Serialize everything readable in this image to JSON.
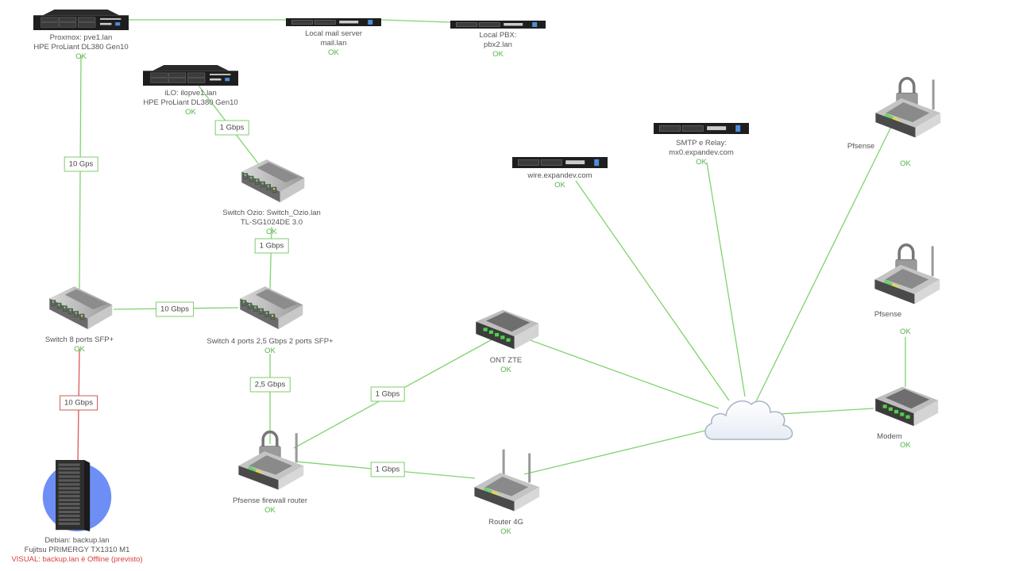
{
  "colors": {
    "link_ok": "#7fd36e",
    "link_err": "#d85a55",
    "status_ok": "#55b34a",
    "status_err": "#d9403b"
  },
  "nodes": [
    {
      "id": "pve1",
      "icon": "rack-server-2u-icon",
      "lines": [
        "Proxmox: pve1.lan",
        "HPE ProLiant DL380 Gen10"
      ],
      "status": "OK",
      "status_type": "ok"
    },
    {
      "id": "mail",
      "icon": "rack-server-1u-icon",
      "lines": [
        "Local mail server",
        "mail.lan"
      ],
      "status": "OK",
      "status_type": "ok"
    },
    {
      "id": "pbx",
      "icon": "rack-server-1u-icon",
      "lines": [
        "Local PBX:",
        "pbx2.lan"
      ],
      "status": "OK",
      "status_type": "ok"
    },
    {
      "id": "ilo",
      "icon": "rack-server-2u-icon",
      "lines": [
        "iLO: ilopve1.lan",
        "HPE ProLiant DL380 Gen10"
      ],
      "status": "OK",
      "status_type": "ok"
    },
    {
      "id": "ozio",
      "icon": "switch-icon",
      "lines": [
        "Switch Ozio: Switch_Ozio.lan",
        "TL-SG1024DE 3.0"
      ],
      "status": "OK",
      "status_type": "ok"
    },
    {
      "id": "sw8",
      "icon": "switch-icon",
      "lines": [
        "Switch 8 ports SFP+"
      ],
      "status": "OK",
      "status_type": "ok"
    },
    {
      "id": "sw4",
      "icon": "switch-icon",
      "lines": [
        "Switch 4 ports 2,5 Gbps 2 ports SFP+"
      ],
      "status": "OK",
      "status_type": "ok"
    },
    {
      "id": "backup",
      "icon": "tower-server-icon",
      "lines": [
        "Debian: backup.lan",
        "Fujitsu PRIMERGY TX1310 M1"
      ],
      "status": "VISUAL: backup.lan è Offline (previsto)",
      "status_type": "err"
    },
    {
      "id": "pfsense_fw",
      "icon": "firewall-router-icon",
      "lines": [
        "Pfsense firewall router"
      ],
      "status": "OK",
      "status_type": "ok"
    },
    {
      "id": "ont",
      "icon": "modem-icon",
      "lines": [
        "ONT ZTE"
      ],
      "status": "OK",
      "status_type": "ok"
    },
    {
      "id": "router4g",
      "icon": "wireless-router-icon",
      "lines": [
        "Router 4G"
      ],
      "status": "OK",
      "status_type": "ok"
    },
    {
      "id": "wire",
      "icon": "rack-server-1u-icon",
      "lines": [
        "wire.expandev.com"
      ],
      "status": "OK",
      "status_type": "ok"
    },
    {
      "id": "smtp",
      "icon": "rack-server-1u-icon",
      "lines": [
        "SMTP e Relay:",
        "mx0.expandev.com"
      ],
      "status": "OK",
      "status_type": "ok"
    },
    {
      "id": "pfsense_a",
      "icon": "firewall-router-icon",
      "lines": [
        "Pfsense"
      ],
      "status": "OK",
      "status_type": "ok"
    },
    {
      "id": "pfsense_b",
      "icon": "firewall-router-icon",
      "lines": [
        "Pfsense"
      ],
      "status": "OK",
      "status_type": "ok"
    },
    {
      "id": "modem",
      "icon": "modem-icon",
      "lines": [
        "Modem"
      ],
      "status": "OK",
      "status_type": "ok"
    },
    {
      "id": "internet",
      "icon": "cloud-icon",
      "lines": [],
      "status": "",
      "status_type": "ok"
    }
  ],
  "links": [
    {
      "from": "pve1",
      "to": "mail",
      "label": "",
      "state": "ok"
    },
    {
      "from": "mail",
      "to": "pbx",
      "label": "",
      "state": "ok"
    },
    {
      "from": "pve1",
      "to": "sw8",
      "label": "10 Gps",
      "state": "ok"
    },
    {
      "from": "ilo",
      "to": "ozio",
      "label": "1 Gbps",
      "state": "ok"
    },
    {
      "from": "ozio",
      "to": "sw4",
      "label": "1 Gbps",
      "state": "ok"
    },
    {
      "from": "sw8",
      "to": "sw4",
      "label": "10 Gbps",
      "state": "ok"
    },
    {
      "from": "sw8",
      "to": "backup",
      "label": "10 Gbps",
      "state": "err"
    },
    {
      "from": "sw4",
      "to": "pfsense_fw",
      "label": "2,5 Gbps",
      "state": "ok"
    },
    {
      "from": "pfsense_fw",
      "to": "ont",
      "label": "1 Gbps",
      "state": "ok"
    },
    {
      "from": "pfsense_fw",
      "to": "router4g",
      "label": "1 Gbps",
      "state": "ok"
    },
    {
      "from": "ont",
      "to": "internet",
      "label": "",
      "state": "ok"
    },
    {
      "from": "router4g",
      "to": "internet",
      "label": "",
      "state": "ok"
    },
    {
      "from": "wire",
      "to": "internet",
      "label": "",
      "state": "ok"
    },
    {
      "from": "smtp",
      "to": "internet",
      "label": "",
      "state": "ok"
    },
    {
      "from": "pfsense_a",
      "to": "internet",
      "label": "",
      "state": "ok"
    },
    {
      "from": "modem",
      "to": "internet",
      "label": "",
      "state": "ok"
    },
    {
      "from": "pfsense_b",
      "to": "modem",
      "label": "",
      "state": "ok"
    }
  ]
}
